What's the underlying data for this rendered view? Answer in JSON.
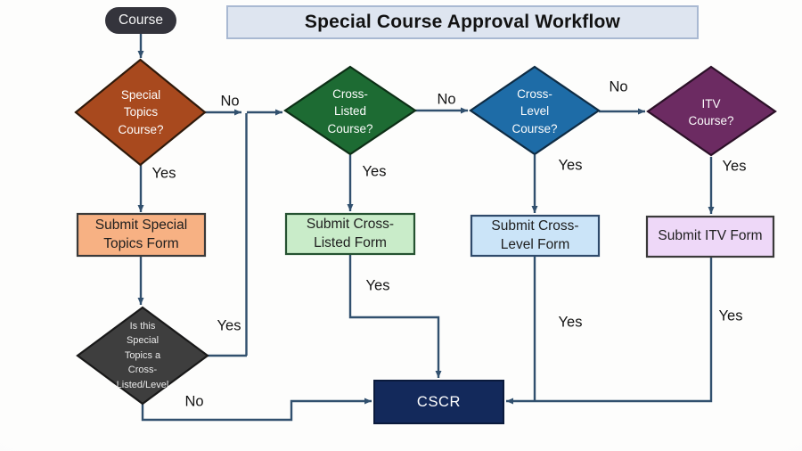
{
  "title_bar": {
    "label": "Special Course Approval Workflow",
    "color": "#DEE5F0"
  },
  "connector_color": "#31506E",
  "nodes": {
    "start": {
      "label": "Course",
      "color": "#34343C"
    },
    "special_topics": {
      "label": "Special\nTopics\nCourse?",
      "color": "#A8491E"
    },
    "cross_listed": {
      "label": "Cross-\nListed\nCourse?",
      "color": "#1D6B33"
    },
    "cross_level": {
      "label": "Cross-\nLevel\nCourse?",
      "color": "#1E6CA7"
    },
    "itv": {
      "label": "ITV\nCourse?",
      "color": "#6C2B62"
    },
    "is_cross_check": {
      "label": "Is this\nSpecial\nTopics a\nCross-\nListed/Level",
      "color": "#3E3E3E"
    },
    "submit_special_topics": {
      "label": "Submit Special\nTopics Form",
      "color": "#F7B183"
    },
    "submit_cross_listed": {
      "label": "Submit Cross-\nListed Form",
      "color": "#C9ECC9"
    },
    "submit_cross_level": {
      "label": "Submit Cross-\nLevel Form",
      "color": "#CBE4F8"
    },
    "submit_itv": {
      "label": "Submit ITV Form",
      "color": "#EED8F8"
    },
    "cscr": {
      "label": "CSCR",
      "color": "#13295B"
    }
  },
  "edges": {
    "special_no": "No",
    "special_yes": "Yes",
    "cross_listed_no": "No",
    "cross_listed_yes": "Yes",
    "cross_level_no": "No",
    "cross_level_yes": "Yes",
    "itv_yes": "Yes",
    "cross_listed_to_cscr_yes": "Yes",
    "cross_level_to_cscr_yes": "Yes",
    "itv_to_cscr_yes": "Yes",
    "is_cross_yes": "Yes",
    "is_cross_no": "No"
  }
}
